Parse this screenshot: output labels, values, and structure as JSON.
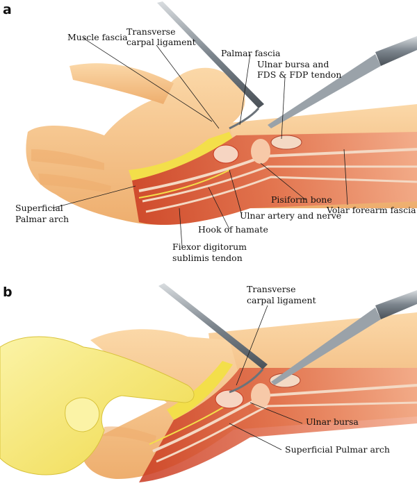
{
  "panels": [
    {
      "letter": "a",
      "labels": {
        "muscle_fascia": "Muscle fascia",
        "transverse_1": "Transverse",
        "transverse_2": "carpal ligament",
        "palmar_fascia": "Palmar fascia",
        "ulnar_bursa_1": "Ulnar bursa and",
        "ulnar_bursa_2": "FDS & FDP tendon",
        "superficial_1": "Superficial",
        "superficial_2": "Palmar arch",
        "pisiform": "Pisiform bone",
        "volar": "Volar forearm fascia",
        "ulnar_artery": "Ulnar artery and nerve",
        "hook": "Hook of hamate",
        "flexor_1": "Fiexor digitorum",
        "flexor_2": "sublimis tendon"
      }
    },
    {
      "letter": "b",
      "labels": {
        "transverse_1": "Transverse",
        "transverse_2": "carpal ligament",
        "ulnar_bursa": "Ulnar bursa",
        "superficial": "Superficial Pulmar arch"
      }
    }
  ],
  "colors": {
    "skin": "#f6c58c",
    "skin_shadow": "#e9a566",
    "fat": "#f3df4a",
    "muscle": "#d84a2c",
    "muscle_light": "#ef8a6a",
    "tendon": "#f4d9c4",
    "glove": "#f7ec7a",
    "instrument": "#8b949c"
  }
}
